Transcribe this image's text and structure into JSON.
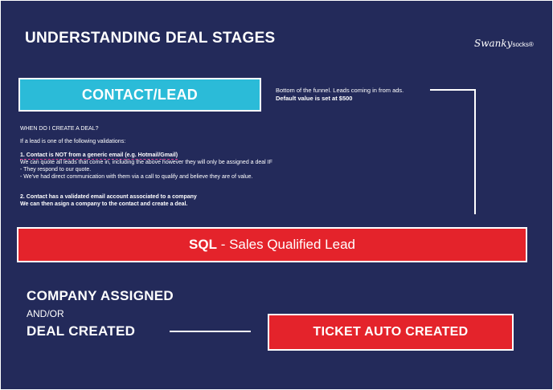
{
  "title": "UNDERSTANDING DEAL STAGES",
  "logo": {
    "script_text": "Swanky",
    "small_text": "socks",
    "mark": "®"
  },
  "contact_stage": {
    "label": "CONTACT/LEAD",
    "note_line1": "Bottom of the funnel. Leads coming in from ads.",
    "note_line2": "Default value is set at $500"
  },
  "create_deal": {
    "heading": "WHEN DO I CREATE A DEAL?",
    "intro": "If a lead is one of the following validations:",
    "rule1_title": "1.  Contact is NOT from a generic email (e.g. Hotmail/Gmail)",
    "rule1_body": "We can quote all leads that come in, including the above however they will only be assigned a deal IF",
    "rule1_bullet1": "-    They respond to our quote.",
    "rule1_bullet2": "-    We've had direct communication with them via a call to qualify and believe they are of value.",
    "rule2_title": "2. Contact has a validated email account associated to a company",
    "rule2_body": "We can then asign a company to the contact and create a deal."
  },
  "sql_stage": {
    "strong": "SQL",
    "rest": " - Sales Qualified Lead"
  },
  "company_stage": {
    "line1": "COMPANY ASSIGNED",
    "line2": "AND/OR",
    "line3": "DEAL CREATED"
  },
  "ticket_stage": {
    "label": "TICKET AUTO CREATED"
  },
  "colors": {
    "background": "#232a5a",
    "contact_fill": "#2bbbd8",
    "stage_red": "#e4232b",
    "text": "#ffffff"
  }
}
